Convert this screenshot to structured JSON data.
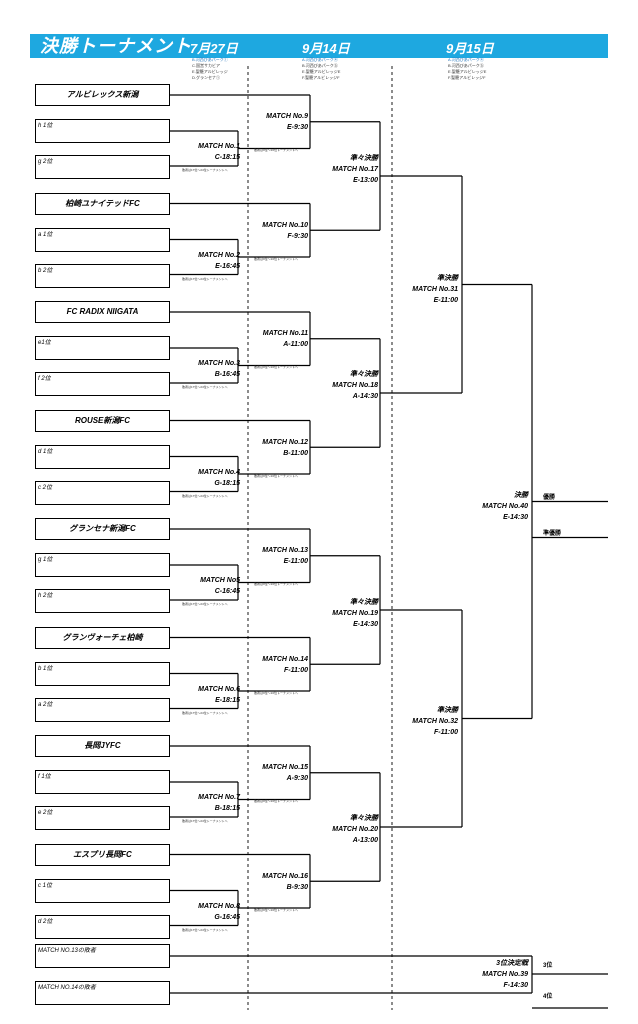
{
  "header": {
    "title": "決勝トーナメント",
    "day1": "7月27日",
    "day2": "9月14日",
    "day3": "9月15日",
    "venues1": [
      "B.河西びあパーク①",
      "C.国営サカビア",
      "E.聖籠アルビレッジ",
      "D.グランセナ①"
    ],
    "venues2": [
      "A.河西びあパーク④",
      "B.河西びあパーク⑤",
      "E.聖籠アルビレッジE",
      "F.聖籠アルビレッジF"
    ],
    "venues3": [
      "A.河西びあパーク④",
      "B.河西びあパーク⑤",
      "E.聖籠アルビレッジE",
      "F.聖籠アルビレッジF"
    ]
  },
  "groups": [
    {
      "team": "アルビレックス新潟",
      "s1": "h 1位",
      "s2": "g 2位",
      "m1": [
        "MATCH No.1",
        "C-18:15"
      ],
      "m2": [
        "MATCH No.9",
        "E-9:30"
      ]
    },
    {
      "team": "柏崎ユナイテッドFC",
      "s1": "a 1位",
      "s2": "b 2位",
      "m1": [
        "MATCH No.2",
        "E-16:45"
      ],
      "m2": [
        "MATCH No.10",
        "F-9:30"
      ]
    },
    {
      "team": "FC RADIX NIIGATA",
      "s1": "e1位",
      "s2": "f 2位",
      "m1": [
        "MATCH No.3",
        "B-16:45"
      ],
      "m2": [
        "MATCH No.11",
        "A-11:00"
      ]
    },
    {
      "team": "ROUSE新潟FC",
      "s1": "d 1位",
      "s2": "c 2位",
      "m1": [
        "MATCH No.4",
        "G-18:15"
      ],
      "m2": [
        "MATCH No.12",
        "B-11:00"
      ]
    },
    {
      "team": "グランセナ新潟FC",
      "s1": "g 1位",
      "s2": "h 2位",
      "m1": [
        "MATCH No5",
        "C-16:45"
      ],
      "m2": [
        "MATCH No.13",
        "E-11:00"
      ]
    },
    {
      "team": "グランヴォーチェ柏崎",
      "s1": "b 1位",
      "s2": "a 2位",
      "m1": [
        "MATCH No.6",
        "E-18:15"
      ],
      "m2": [
        "MATCH No.14",
        "F-11:00"
      ]
    },
    {
      "team": "長岡JYFC",
      "s1": "f 1位",
      "s2": "e 2位",
      "m1": [
        "MATCH No.7",
        "B-18:15"
      ],
      "m2": [
        "MATCH No.15",
        "A-9:30"
      ]
    },
    {
      "team": "エスプリ長岡FC",
      "s1": "c 1位",
      "s2": "d 2位",
      "m1": [
        "MATCH No.8",
        "G-16:45"
      ],
      "m2": [
        "MATCH No.16",
        "B-9:30"
      ]
    }
  ],
  "r1_note": "敗者は17位～24位トーナメントへ",
  "r2_note": "敗者は9位～16位トーナメントへ",
  "qf": [
    {
      "stage": "準々決勝",
      "match": "MATCH No.17",
      "time": "E-13:00"
    },
    {
      "stage": "準々決勝",
      "match": "MATCH No.18",
      "time": "A-14:30"
    },
    {
      "stage": "準々決勝",
      "match": "MATCH No.19",
      "time": "E-14:30"
    },
    {
      "stage": "準々決勝",
      "match": "MATCH No.20",
      "time": "A-13:00"
    }
  ],
  "sf": [
    {
      "stage": "準決勝",
      "match": "MATCH No.31",
      "time": "E-11:00"
    },
    {
      "stage": "準決勝",
      "match": "MATCH No.32",
      "time": "F-11:00"
    }
  ],
  "final": {
    "stage": "決勝",
    "match": "MATCH No.40",
    "time": "E-14:30",
    "winner": "優勝",
    "runner_up": "準優勝"
  },
  "third": {
    "loser1": "MATCH NO.13の敗者",
    "loser2": "MATCH NO.14の敗者",
    "stage": "3位決定戦",
    "match": "MATCH No.39",
    "time": "F-14:30",
    "third": "3位",
    "fourth": "4位"
  }
}
